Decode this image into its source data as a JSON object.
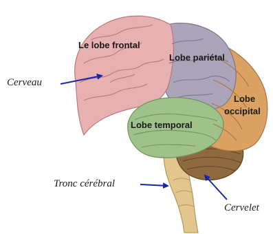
{
  "lobes": {
    "frontal": "Le lobe frontal",
    "parietal": "Lobe pariétal",
    "occipital_line1": "Lobe",
    "occipital_line2": "occipital",
    "temporal": "Lobe temporal"
  },
  "callouts": {
    "cerveau": "Cerveau",
    "tronc": "Tronc cérébral",
    "cervelet": "Cervelet"
  },
  "colors": {
    "frontal": "#e7b0b1",
    "parietal": "#aca4b8",
    "occipital": "#dca263",
    "temporal": "#9fc28a",
    "cerebellum": "#8f6a3f",
    "brainstem": "#e2c68e",
    "arrow": "#1428a8"
  }
}
